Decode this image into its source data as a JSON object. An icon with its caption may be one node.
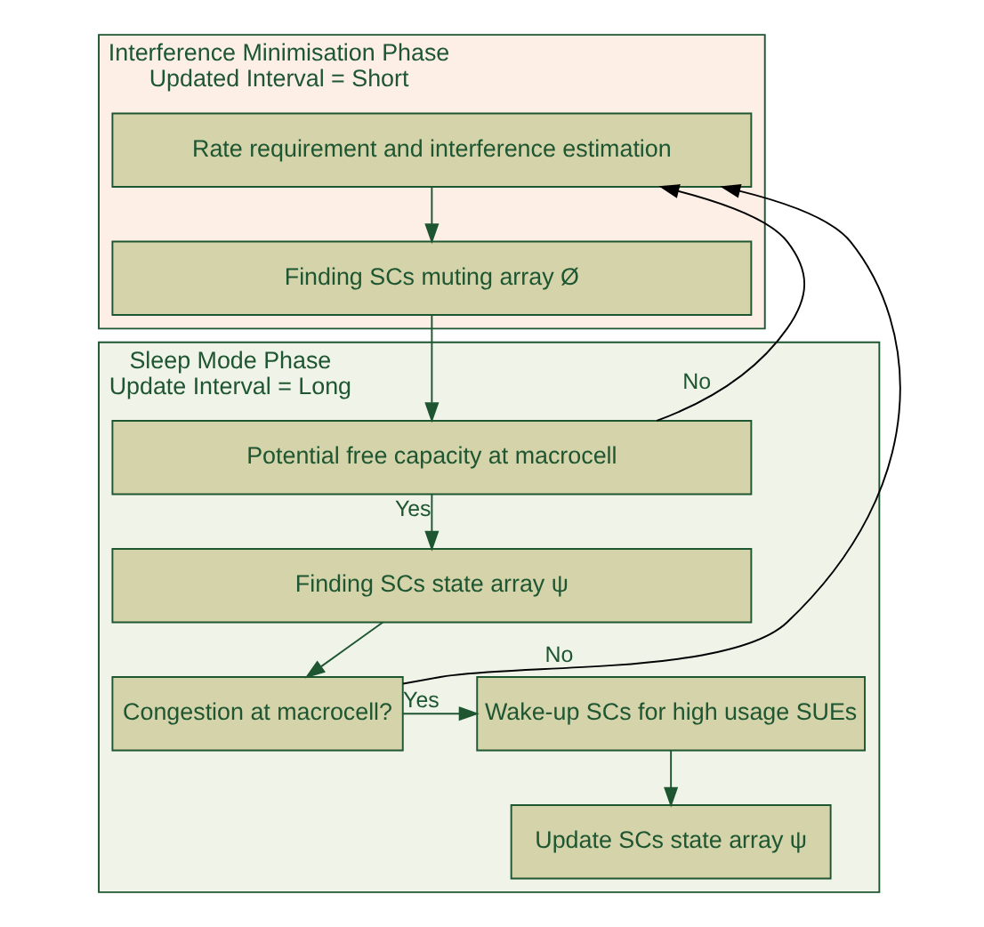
{
  "diagram": {
    "nodes": [
      {
        "text": [
          "Interference Minimisation Phase",
          "Updated Interval = Short"
        ]
      },
      {
        "text": [
          "Rate requirement and interference estimation"
        ],
        "in": 0
      },
      {
        "text": [
          "Finding SCs muting array Ø"
        ],
        "in": 0
      },
      {
        "text": [
          "Sleep Mode Phase",
          "Update Interval = Long"
        ]
      },
      {
        "text": [
          "Potential free capacity at macrocell"
        ],
        "in": 3
      },
      {
        "text": [
          "Finding SCs state array ψ"
        ],
        "in": 3
      },
      {
        "text": [
          "Congestion at macrocell?"
        ],
        "in": 3
      },
      {
        "text": [
          "Wake-up SCs for high usage SUEs"
        ],
        "in": 3
      },
      {
        "text": [
          "Update SCs state array ψ"
        ],
        "in": 3
      }
    ],
    "edges": [
      {
        "from": 1,
        "to": 2,
        "arrow": "to"
      },
      {
        "from": 2,
        "to": 4,
        "arrow": "to"
      },
      {
        "from": 4,
        "to": 5,
        "arrow": "to",
        "label": "Yes"
      },
      {
        "from": 4,
        "to": 1,
        "arrow": "to",
        "label": "No",
        "color": "#000000"
      },
      {
        "from": 5,
        "to": 6,
        "arrow": "to"
      },
      {
        "from": 6,
        "to": 7,
        "arrow": "to",
        "label": "Yes"
      },
      {
        "from": 7,
        "to": 8,
        "arrow": "to"
      },
      {
        "from": 6,
        "to": 1,
        "arrow": "to",
        "label": "No",
        "color": "#000000"
      }
    ]
  }
}
